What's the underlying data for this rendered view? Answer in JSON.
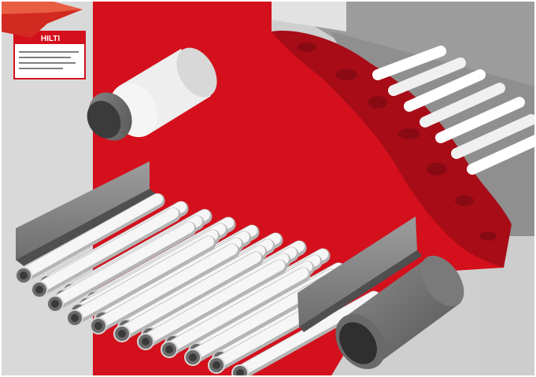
{
  "illustration": {
    "sign": {
      "brand": "HILTI",
      "line1": "",
      "line2": ""
    },
    "colors": {
      "red": "#d4101c",
      "dark_red": "#a50c16",
      "frame_gray": "#9a9a9a",
      "light_gray": "#d8d8d8",
      "pipe_white": "#f2f2f2",
      "pipe_shadow": "#b9b9b9",
      "pipe_end": "#5b5b5b",
      "sleeve_dark": "#6c6c6c"
    },
    "icons": [
      "red-arrow-icon",
      "warning-sign",
      "pipe-bundle",
      "fire-sealant-foam"
    ]
  }
}
